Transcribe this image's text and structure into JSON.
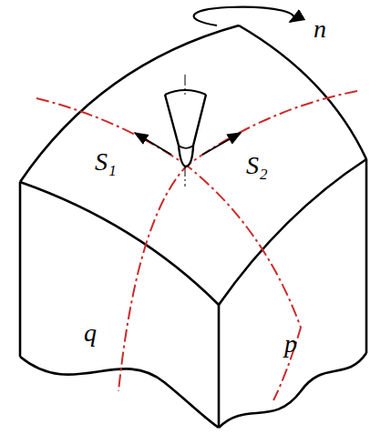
{
  "diagram": {
    "labels": [
      "n",
      "S₁",
      "S₂",
      "q",
      "p"
    ]
  }
}
